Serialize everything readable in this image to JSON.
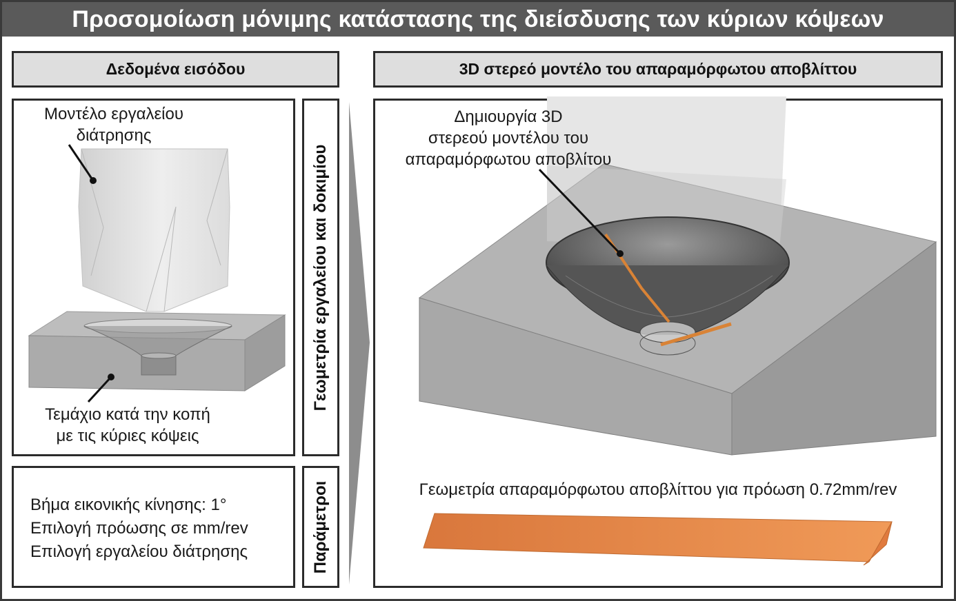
{
  "title": "Προσομοίωση μόνιμης κατάστασης της διείσδυσης των κύριων κόψεων",
  "left": {
    "header": "Δεδομένα εισόδου",
    "tool_label": [
      "Μοντέλο εργαλείου",
      "διάτρησης"
    ],
    "workpiece_label": [
      "Τεμάχιο κατά την κοπή",
      "με τις κύριες κόψεις"
    ],
    "geometry_side_label": "Γεωμετρία εργαλείου και δοκιμίου",
    "parameters_side_label": "Παράμετροι",
    "parameters": [
      "Βήμα εικονικής κίνησης: 1°",
      "Επιλογή πρόωσης σε mm/rev",
      "Επιλογή εργαλείου διάτρησης"
    ]
  },
  "right": {
    "header": "3D στερεό μοντέλο του απαραμόρφωτου αποβλίττου",
    "callout": [
      "Δημιουργία 3D",
      "στερεού  μοντέλου του",
      "απαραμόρφωτου αποβλίτου"
    ],
    "chip_caption": "Γεωμετρία απαραμόρφωτου αποβλίττου για πρόωση 0.72mm/rev"
  },
  "colors": {
    "title_bar": "#5a5a5a",
    "header_fill": "#dedede",
    "chip": "#e8884a",
    "block": "#a9a9a9"
  }
}
